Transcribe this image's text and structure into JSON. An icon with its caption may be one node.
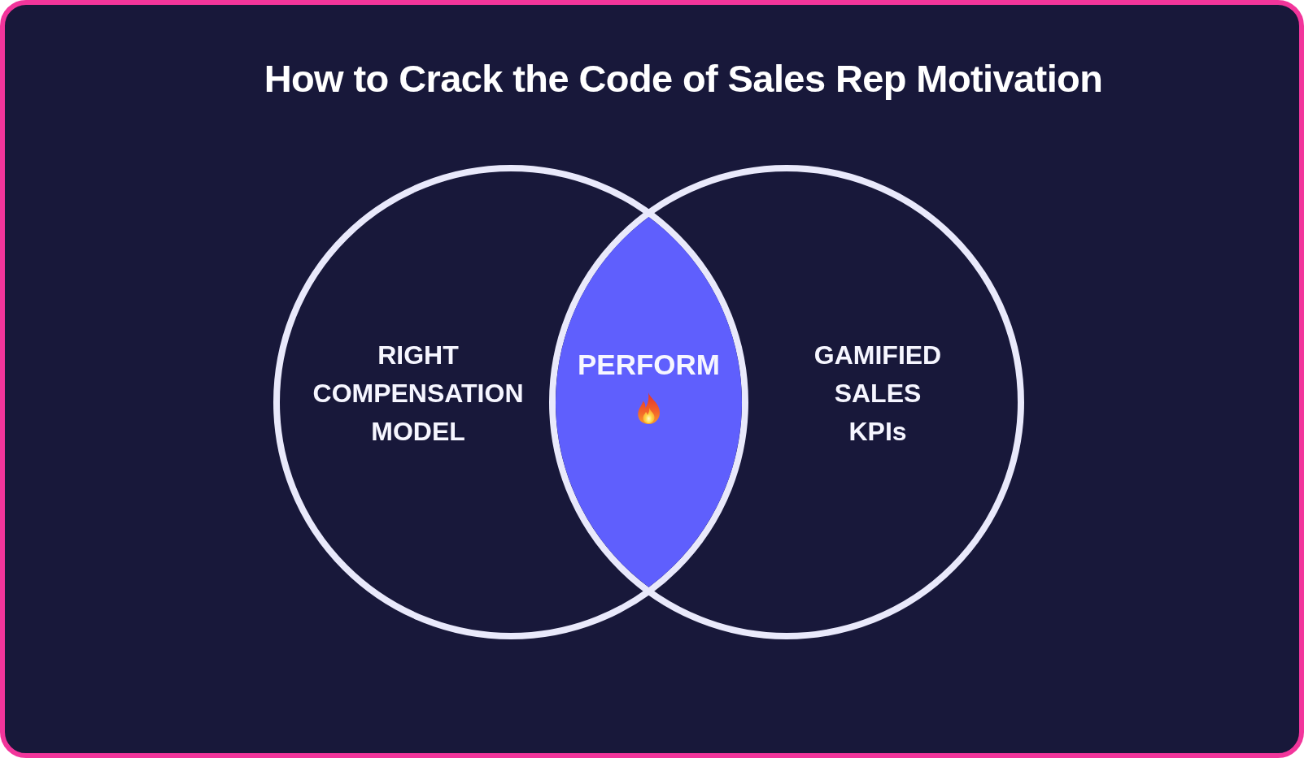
{
  "diagram": {
    "title": "How to Crack the Code of Sales Rep Motivation",
    "nodes": [
      {
        "text": [
          "RIGHT COMPENSATION MODEL"
        ]
      },
      {
        "text": [
          "GAMIFIED SALES KPIs"
        ]
      },
      {
        "text": [
          "PERFORM"
        ]
      }
    ]
  }
}
